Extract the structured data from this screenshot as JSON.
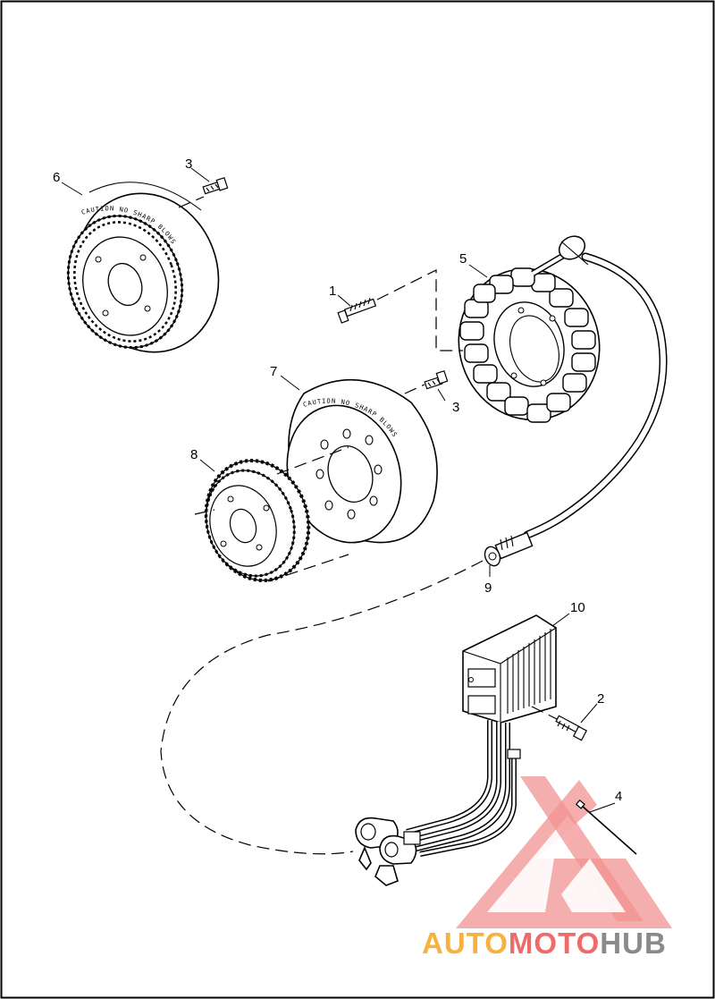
{
  "callouts": [
    {
      "id": "1",
      "label": "1"
    },
    {
      "id": "2",
      "label": "2"
    },
    {
      "id": "3a",
      "label": "3"
    },
    {
      "id": "3b",
      "label": "3"
    },
    {
      "id": "4",
      "label": "4"
    },
    {
      "id": "5",
      "label": "5"
    },
    {
      "id": "6",
      "label": "6"
    },
    {
      "id": "7",
      "label": "7"
    },
    {
      "id": "8",
      "label": "8"
    },
    {
      "id": "9",
      "label": "9"
    },
    {
      "id": "10",
      "label": "10"
    }
  ],
  "rotor_markings": {
    "rotor_6": "CAUTION NO SHARP BLOWS",
    "rotor_7": "CAUTION NO SHARP BLOWS"
  },
  "watermark": {
    "part1": "AUTO",
    "part2": "MOTO",
    "part3": "HUB",
    "colors": {
      "orange": "#f6b13e",
      "red": "#ee6b6b",
      "gray": "#8a8a8a",
      "logo": "#f08080"
    }
  },
  "colors": {
    "line": "#000000",
    "background": "#ffffff",
    "frame": "#000000"
  }
}
